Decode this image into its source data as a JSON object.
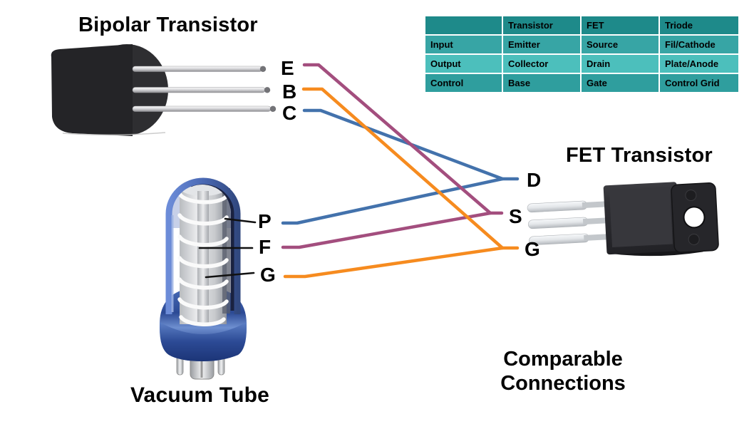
{
  "titles": {
    "bipolar": "Bipolar Transistor",
    "fet": "FET Transistor",
    "tube": "Vacuum Tube",
    "caption": "Comparable Connections"
  },
  "pins": {
    "bipolar": {
      "emitter": "E",
      "base": "B",
      "collector": "C"
    },
    "fet": {
      "drain": "D",
      "source": "S",
      "gate": "G"
    },
    "tube": {
      "plate": "P",
      "filament": "F",
      "grid": "G"
    }
  },
  "table": {
    "headers": [
      "",
      "Transistor",
      "FET",
      "Triode"
    ],
    "rows": [
      [
        "Input",
        "Emitter",
        "Source",
        " Fil/Cathode"
      ],
      [
        "Output",
        "Collector",
        "Drain",
        "Plate/Anode"
      ],
      [
        "Control",
        "Base",
        "Gate",
        "Control Grid"
      ]
    ]
  },
  "colors": {
    "wire_input": "#A34E7E",
    "wire_output": "#4372AC",
    "wire_control": "#F68B1F",
    "pointer_line": "#111111",
    "table_header_bg": "#1E8A8A",
    "table_row_input_bg": "#37A5A5",
    "table_row_output_bg": "#4CBFBC",
    "table_row_control_bg": "#2F9E9E"
  }
}
